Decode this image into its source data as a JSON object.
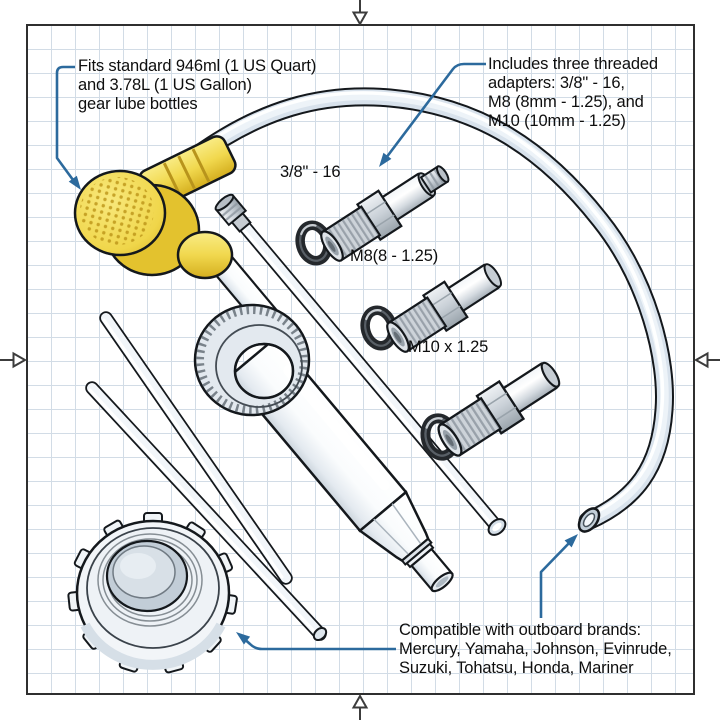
{
  "colors": {
    "callout_blue": "#2c6a9d",
    "grid_line": "#d2dce6",
    "frame": "#2f2f2f",
    "pump_yellow": "#f0d64a",
    "ink": "#14181c"
  },
  "callouts": {
    "bottle_fit": {
      "lines": [
        "Fits standard 946ml (1 US Quart)",
        "and 3.78L (1 US Gallon)",
        "gear lube bottles"
      ]
    },
    "adapters": {
      "lines": [
        "Includes three threaded",
        "adapters: 3/8\" - 16,",
        "M8 (8mm - 1.25), and",
        "M10 (10mm - 1.25)"
      ]
    },
    "brands": {
      "lines": [
        "Compatible with outboard brands:",
        "Mercury, Yamaha, Johnson, Evinrude,",
        "Suzuki, Tohatsu, Honda, Mariner"
      ]
    }
  },
  "part_labels": {
    "thread_3_8": "3/8\" - 16",
    "thread_m8": "M8(8 - 1.25)",
    "thread_m10": "M10 x 1.25"
  }
}
